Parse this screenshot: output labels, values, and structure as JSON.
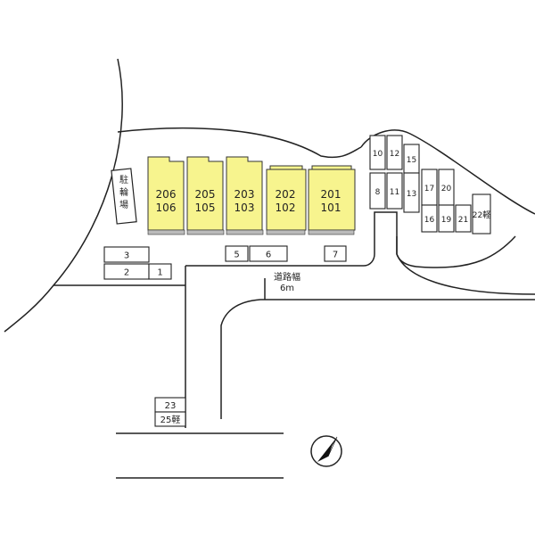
{
  "colors": {
    "building_fill": "#f7f48e",
    "line": "#222222",
    "background": "#ffffff"
  },
  "bicycle_parking": {
    "label": "駐輪場"
  },
  "buildings": [
    {
      "upper": "206",
      "lower": "106"
    },
    {
      "upper": "205",
      "lower": "105"
    },
    {
      "upper": "203",
      "lower": "103"
    },
    {
      "upper": "202",
      "lower": "102"
    },
    {
      "upper": "201",
      "lower": "101"
    }
  ],
  "road": {
    "line1": "道路幅",
    "line2": "6m"
  },
  "parking_left": [
    "3",
    "2",
    "1"
  ],
  "parking_front": [
    "5",
    "6",
    "7"
  ],
  "parking_right": [
    "10",
    "12",
    "15",
    "8",
    "11",
    "13",
    "17",
    "20",
    "22軽",
    "16",
    "19",
    "21"
  ],
  "parking_bottom": [
    "23",
    "25軽"
  ],
  "compass": {
    "icon": "north-arrow-icon"
  }
}
